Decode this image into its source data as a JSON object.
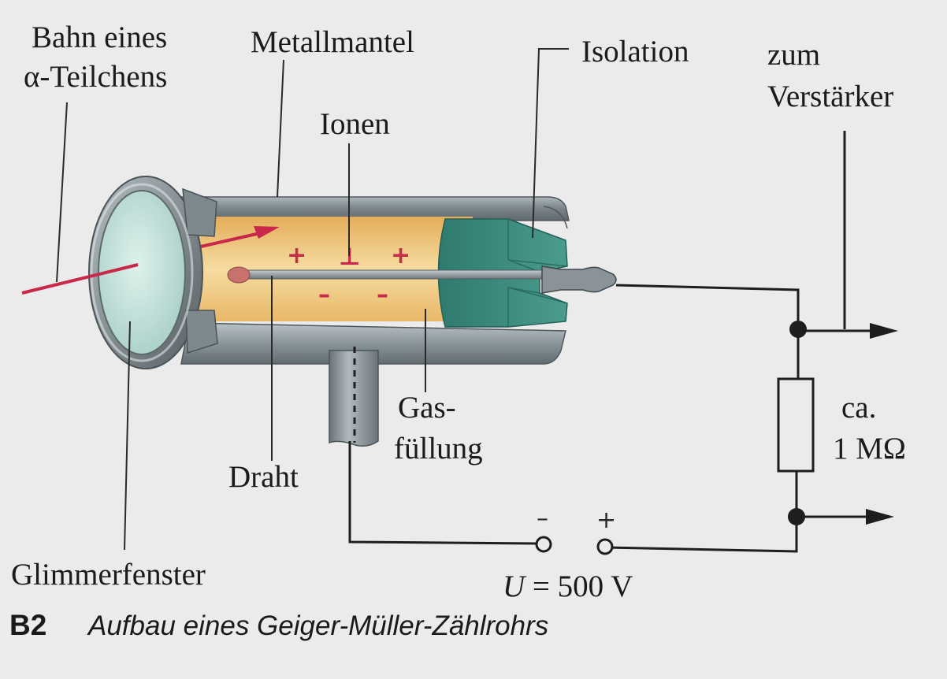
{
  "labels": {
    "bahn_line1": "Bahn eines",
    "bahn_line2": "α-Teilchens",
    "metallmantel": "Metallmantel",
    "isolation": "Isolation",
    "zum": "zum",
    "verstaerker": "Verstärker",
    "ionen": "Ionen",
    "gas_line1": "Gas-",
    "gas_line2": "füllung",
    "draht": "Draht",
    "ca": "ca.",
    "resistance": "1 MΩ",
    "glimmerfenster": "Glimmerfenster",
    "voltage_symbol": "U",
    "voltage_value": " = 500 V",
    "minus": "–",
    "plus": "+"
  },
  "ion_signs": {
    "plus": "+",
    "minus": "–",
    "ion_minus_marker": "⊥"
  },
  "caption": {
    "id": "B2",
    "text": "Aufbau eines Geiger-Müller-Zählrohrs"
  },
  "colors": {
    "background": "#eaebea",
    "metal": "#8f9a9e",
    "gas": "#f2d08a",
    "insulation": "#3f9082",
    "window": "#c9e6e0",
    "particle": "#c8284a",
    "wire": "#1e1e1e"
  }
}
